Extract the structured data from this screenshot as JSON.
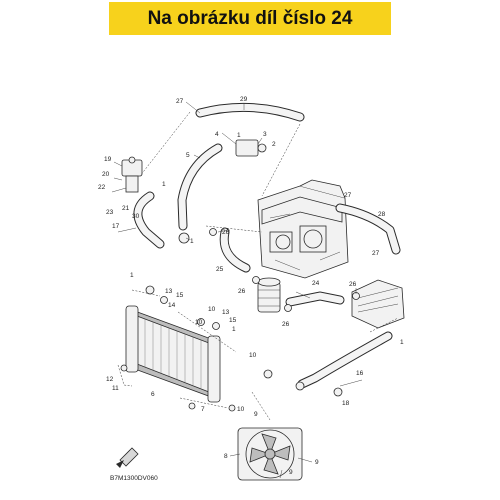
{
  "banner": {
    "text": "Na obrázku díl číslo 24"
  },
  "colors": {
    "banner_background": "#f7d21c",
    "line": "#2a2a2a"
  },
  "diagram_code": "B7M1300DV060",
  "callouts": {
    "c27a": "27",
    "c29": "29",
    "c4": "4",
    "c1a": "1",
    "c3": "3",
    "c2": "2",
    "c5": "5",
    "c19": "19",
    "c1b": "1",
    "c20": "20",
    "c22": "22",
    "c21": "21",
    "c23": "23",
    "c27b": "27",
    "c28": "28",
    "c30": "30",
    "c17": "17",
    "c26a": "26",
    "c1c": "1",
    "c27c": "27",
    "c25": "25",
    "c24": "24",
    "c26b": "26",
    "c26c": "26",
    "c26d": "26",
    "c1d": "1",
    "c13": "13",
    "c15a": "15",
    "c14": "14",
    "c10a": "10",
    "c10b": "10",
    "c13b": "13",
    "c15b": "15",
    "c1e": "1",
    "c1f": "1",
    "c16": "16",
    "c10c": "10",
    "c12": "12",
    "c11": "11",
    "c6": "6",
    "c7": "7",
    "c10d": "10",
    "c18": "18",
    "c9a": "9",
    "c8": "8",
    "c9b": "9",
    "c9c": "9"
  }
}
